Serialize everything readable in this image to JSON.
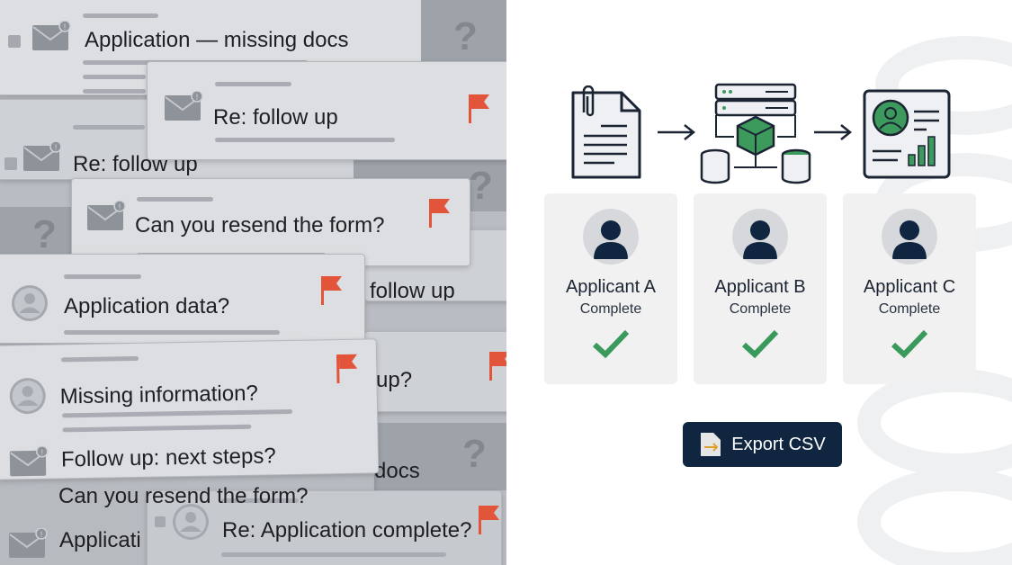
{
  "inbox_cards": {
    "c1": "Application — missing docs",
    "c2": "Re: follow up",
    "c3": "Re: follow up",
    "c4": "Can you resend the form?",
    "c5": "Application data?",
    "c6": "follow up",
    "c7": "up?",
    "c8": "Missing information?",
    "c9": "Follow up: next steps?",
    "c10": "docs",
    "c11": "Can you resend the form?",
    "c12": "Applicati",
    "c13": "Re: Application complete?",
    "question_mark": "?"
  },
  "pipeline": {
    "steps": [
      "document-icon",
      "server-database-icon",
      "profile-report-icon"
    ]
  },
  "applicants": [
    {
      "name": "Applicant A",
      "status": "Complete"
    },
    {
      "name": "Applicant B",
      "status": "Complete"
    },
    {
      "name": "Applicant C",
      "status": "Complete"
    }
  ],
  "export_button": {
    "label": "Export CSV"
  },
  "colors": {
    "flag": "#e2553b",
    "check": "#3a9a5b",
    "navy": "#0f2540",
    "green": "#3c9a5c"
  }
}
